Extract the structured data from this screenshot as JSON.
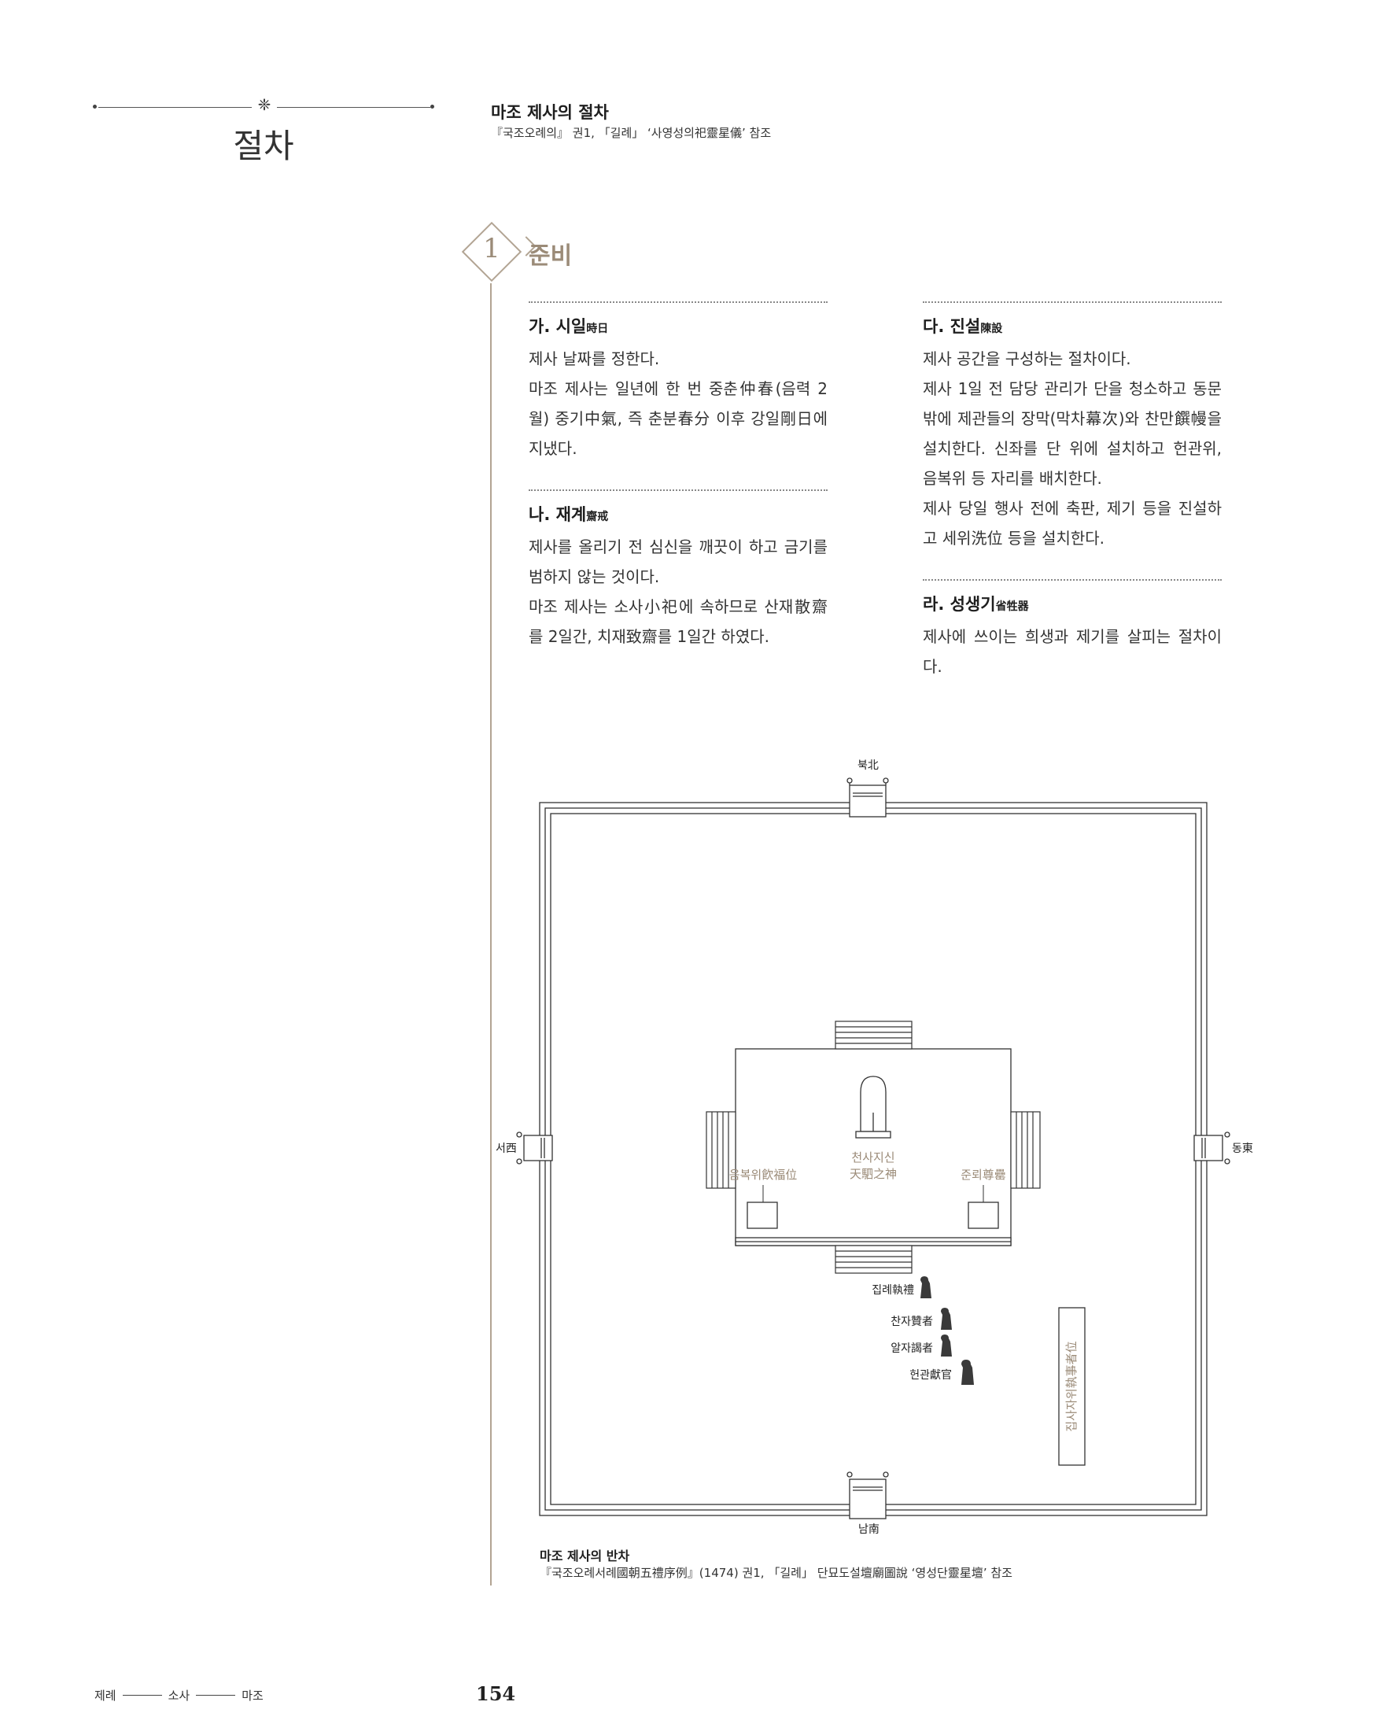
{
  "section": {
    "title": "절차",
    "ornament": "❈"
  },
  "procedure": {
    "title": "마조 제사의 절차",
    "source": "『국조오례의』 권1, 「길례」 ‘사영성의祀靈星儀’ 참조"
  },
  "step": {
    "number": "1",
    "title": "준비"
  },
  "blocks": [
    {
      "heading": "가. 시일",
      "hanja": "時日",
      "body": "제사 날짜를 정한다.\n마조 제사는 일년에 한 번 중춘仲春(음력 2월) 중기中氣, 즉 춘분春分 이후 강일剛日에 지냈다."
    },
    {
      "heading": "나. 재계",
      "hanja": "齋戒",
      "body": "제사를 올리기 전 심신을 깨끗이 하고 금기를 범하지 않는 것이다.\n마조 제사는 소사小祀에 속하므로 산재散齋를 2일간, 치재致齋를 1일간 하였다."
    },
    {
      "heading": "다. 진설",
      "hanja": "陳設",
      "body": "제사 공간을 구성하는 절차이다.\n제사 1일 전 담당 관리가 단을 청소하고 동문 밖에 제관들의 장막(막차幕次)와 찬만饌幔을 설치한다. 신좌를 단 위에 설치하고 헌관위, 음복위 등 자리를 배치한다.\n제사 당일 행사 전에 축판, 제기 등을 진설하고 세위洗位 등을 설치한다."
    },
    {
      "heading": "라. 성생기",
      "hanja": "省牲器",
      "body": "제사에 쓰이는 희생과 제기를 살피는 절차이다."
    }
  ],
  "diagram": {
    "north": "북北",
    "south": "남南",
    "west": "서西",
    "east": "동東",
    "spirit_line1": "천사지신",
    "spirit_line2": "天駟之神",
    "drinking_seat": "음복위飮福位",
    "wine_vessel": "준뢰尊罍",
    "jiprye": "집례執禮",
    "chanja": "찬자贊者",
    "alja": "알자謁者",
    "heongwan": "헌관獻官",
    "officials_seat": "집사자위執事者位"
  },
  "caption": {
    "title": "마조 제사의 반차",
    "source": "『국조오례서례國朝五禮序例』(1474) 권1, 「길례」 단묘도설壇廟圖說 ‘영성단靈星壇’ 참조"
  },
  "footer": {
    "crumbs": [
      "제례",
      "소사",
      "마조"
    ],
    "page": "154"
  }
}
